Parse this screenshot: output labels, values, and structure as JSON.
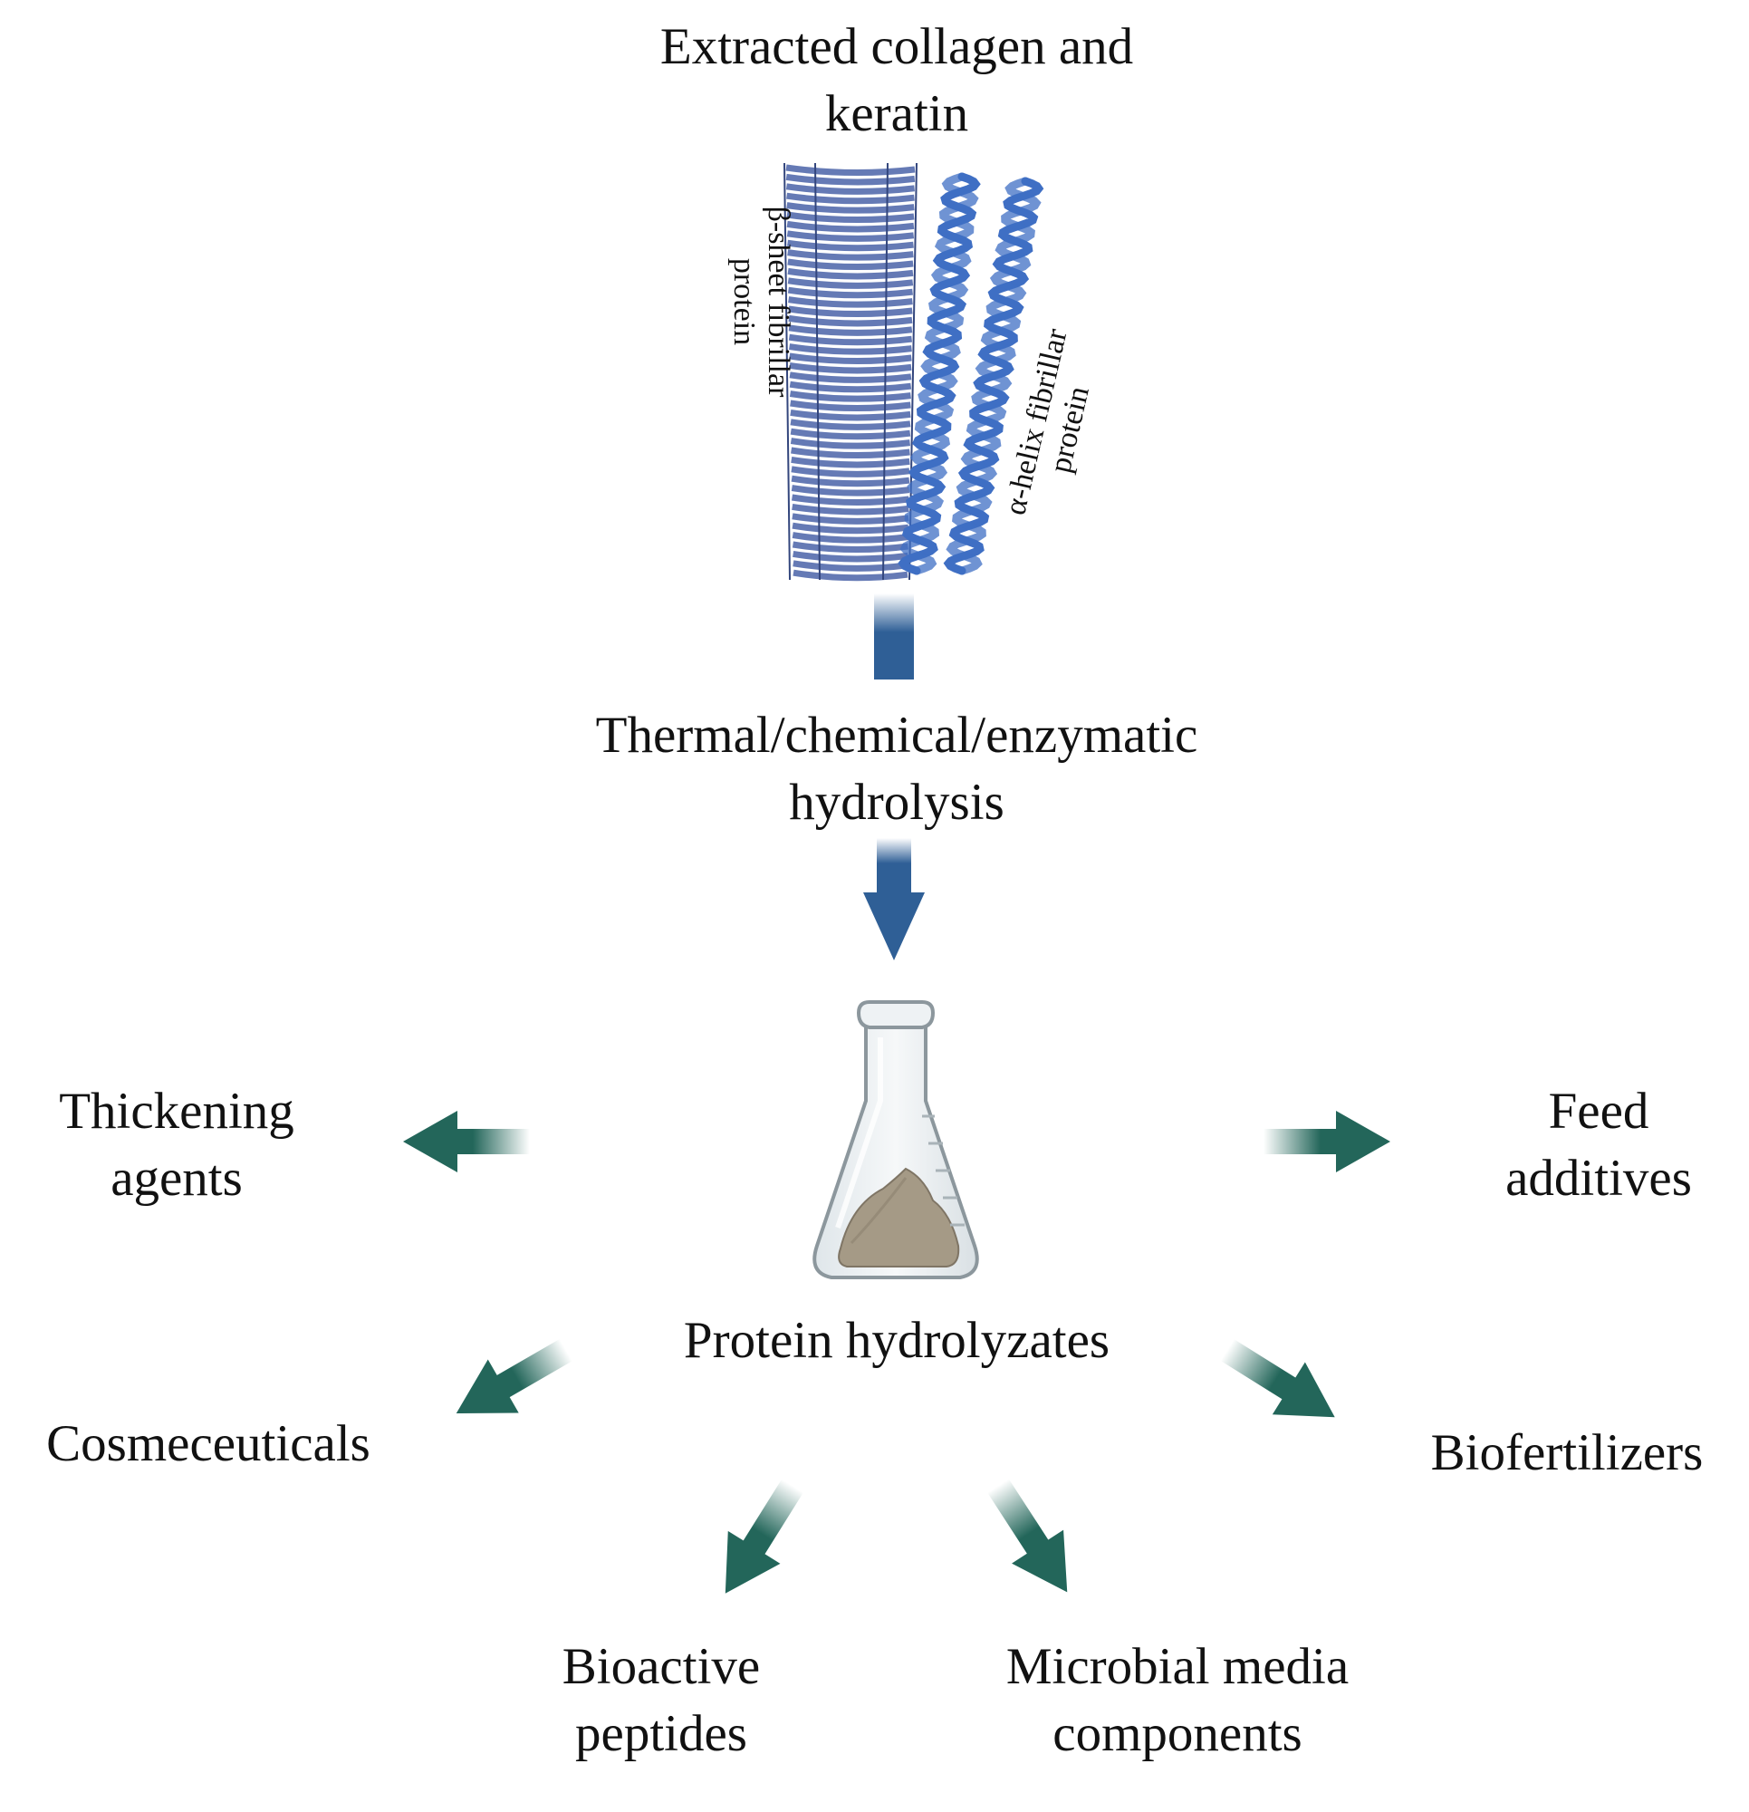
{
  "source": {
    "title_line1": "Extracted collagen and",
    "title_line2": "keratin",
    "beta_label_line1": "β-sheet fibrillar",
    "beta_label_line2": "protein",
    "alpha_label_line1": "α-helix fibrillar",
    "alpha_label_line2": "protein"
  },
  "process": {
    "line1": "Thermal/chemical/enzymatic",
    "line2": "hydrolysis"
  },
  "product": {
    "label": "Protein hydrolyzates",
    "icon": "flask-with-powder-icon"
  },
  "applications": {
    "thickening": {
      "line1": "Thickening",
      "line2": "agents"
    },
    "feed": {
      "line1": "Feed",
      "line2": "additives"
    },
    "cosmeceuticals": {
      "line1": "Cosmeceuticals"
    },
    "biofertilizers": {
      "line1": "Biofertilizers"
    },
    "bioactive": {
      "line1": "Bioactive",
      "line2": "peptides"
    },
    "microbial": {
      "line1": "Microbial media",
      "line2": "components"
    }
  },
  "colors": {
    "process_arrow": "#2f5f96",
    "application_arrow": "#23665a",
    "protein_blue": "#3f6fc4",
    "sheet_blue": "#4a63a8",
    "powder": "#a59a86"
  }
}
